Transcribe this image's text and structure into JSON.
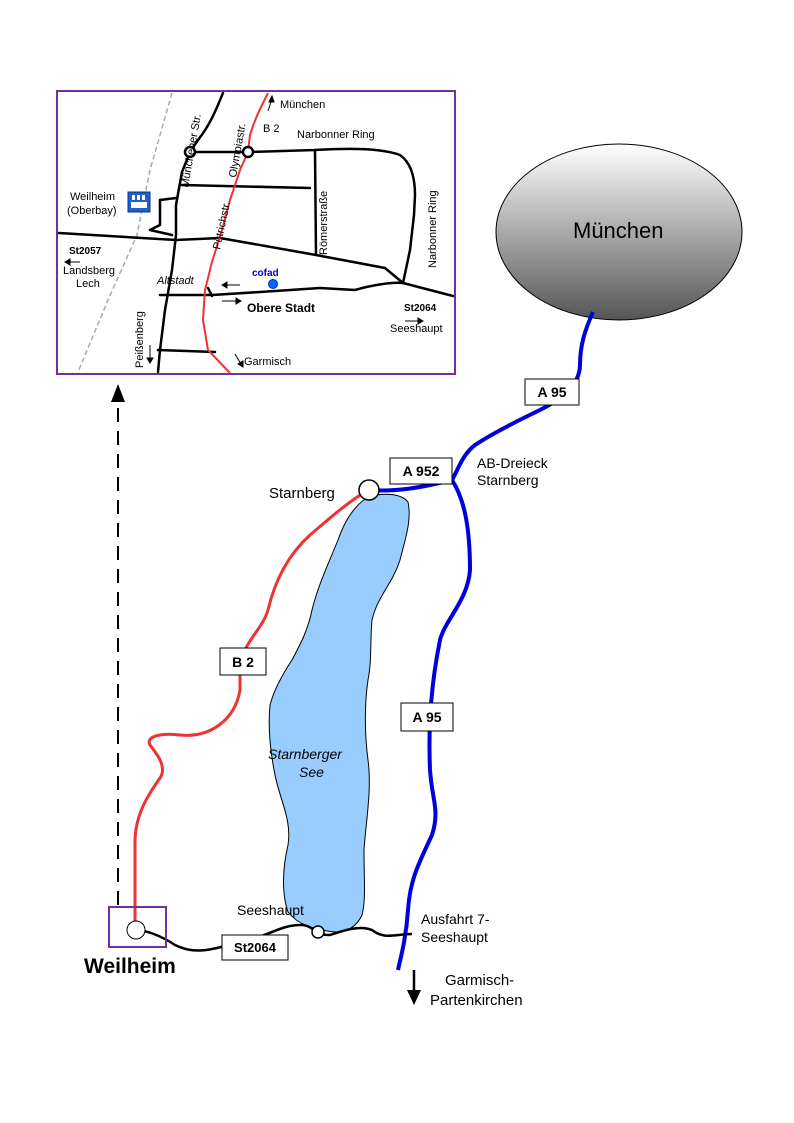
{
  "colors": {
    "lake": "#99ccff",
    "b2_road": "#ee3333",
    "autobahn": "#0000dd",
    "inset_frame": "#7030a0",
    "marker_blue": "#0066ff",
    "cofad_text": "#0000cc",
    "city_gradient_top": "#ffffff",
    "city_gradient_bottom": "#555555"
  },
  "cities": {
    "muenchen": "München",
    "starnberg": "Starnberg",
    "weilheim": "Weilheim",
    "seeshaupt": "Seeshaupt",
    "garmisch_line1": "Garmisch-",
    "garmisch_line2": "Partenkirchen"
  },
  "lake": {
    "name_line1": "Starnberger",
    "name_line2": "See"
  },
  "road_shields": {
    "a95_top": "A 95",
    "a952": "A 952",
    "b2": "B 2",
    "a95_mid": "A 95",
    "st2064": "St2064"
  },
  "annotations": {
    "ab_dreieck_line1": "AB-Dreieck",
    "ab_dreieck_line2": "Starnberg",
    "ausfahrt_line1": "Ausfahrt 7-",
    "ausfahrt_line2": "Seeshaupt"
  },
  "inset": {
    "muenchen": "München",
    "b2": "B 2",
    "narbonner_ring": "Narbonner Ring",
    "narbonner_ring_vertical": "Narbonner Ring",
    "muenchener_str": "Münchener Str.",
    "olympiastr": "Olympiastr.",
    "puetrichstr": "Pütrichstr.",
    "roemerstrasse": "Römerstraße",
    "weilheim_line1": "Weilheim",
    "weilheim_line2": "(Oberbay)",
    "st2057": "St2057",
    "landsberg_line1": "Landsberg",
    "landsberg_line2": "Lech",
    "altstadt": "Altstadt",
    "cofad": "cofad",
    "obere_stadt": "Obere Stadt",
    "st2064": "St2064",
    "seeshaupt": "Seeshaupt",
    "peissenberg": "Peißenberg",
    "garmisch": "Garmisch",
    "station_icon": "train-station-icon"
  }
}
